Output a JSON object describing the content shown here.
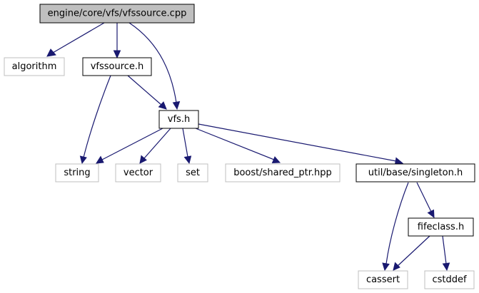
{
  "colors": {
    "edge": "#191970",
    "root_fill": "#bfbfbf",
    "root_border": "#000000",
    "documented_border": "#000000",
    "undocumented_border": "#bfbfbf",
    "node_fill": "#ffffff"
  },
  "nodes": {
    "vfssource_cpp": {
      "label": "engine/core/vfs/vfssource.cpp",
      "kind": "root"
    },
    "algorithm": {
      "label": "algorithm",
      "kind": "undocumented"
    },
    "vfssource_h": {
      "label": "vfssource.h",
      "kind": "documented"
    },
    "vfs_h": {
      "label": "vfs.h",
      "kind": "documented"
    },
    "string": {
      "label": "string",
      "kind": "undocumented"
    },
    "vector": {
      "label": "vector",
      "kind": "undocumented"
    },
    "set": {
      "label": "set",
      "kind": "undocumented"
    },
    "shared_ptr": {
      "label": "boost/shared_ptr.hpp",
      "kind": "undocumented"
    },
    "singleton_h": {
      "label": "util/base/singleton.h",
      "kind": "documented"
    },
    "fifeclass_h": {
      "label": "fifeclass.h",
      "kind": "documented"
    },
    "cassert": {
      "label": "cassert",
      "kind": "undocumented"
    },
    "cstddef": {
      "label": "cstddef",
      "kind": "undocumented"
    }
  },
  "edges": [
    [
      "vfssource_cpp",
      "algorithm"
    ],
    [
      "vfssource_cpp",
      "vfssource_h"
    ],
    [
      "vfssource_cpp",
      "vfs_h"
    ],
    [
      "vfssource_h",
      "string"
    ],
    [
      "vfssource_h",
      "vfs_h"
    ],
    [
      "vfs_h",
      "string"
    ],
    [
      "vfs_h",
      "vector"
    ],
    [
      "vfs_h",
      "set"
    ],
    [
      "vfs_h",
      "shared_ptr"
    ],
    [
      "vfs_h",
      "singleton_h"
    ],
    [
      "singleton_h",
      "cassert"
    ],
    [
      "singleton_h",
      "fifeclass_h"
    ],
    [
      "fifeclass_h",
      "cassert"
    ],
    [
      "fifeclass_h",
      "cstddef"
    ]
  ]
}
